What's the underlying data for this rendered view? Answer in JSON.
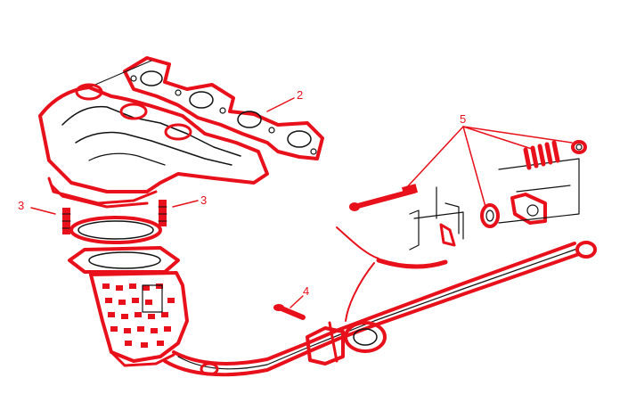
{
  "callouts": {
    "c1": "2",
    "c2": "3",
    "c3": "3",
    "c4": "4",
    "c5": "5"
  },
  "colors": {
    "highlight": "#e8101a",
    "linework": "#111111",
    "background": "#ffffff"
  }
}
